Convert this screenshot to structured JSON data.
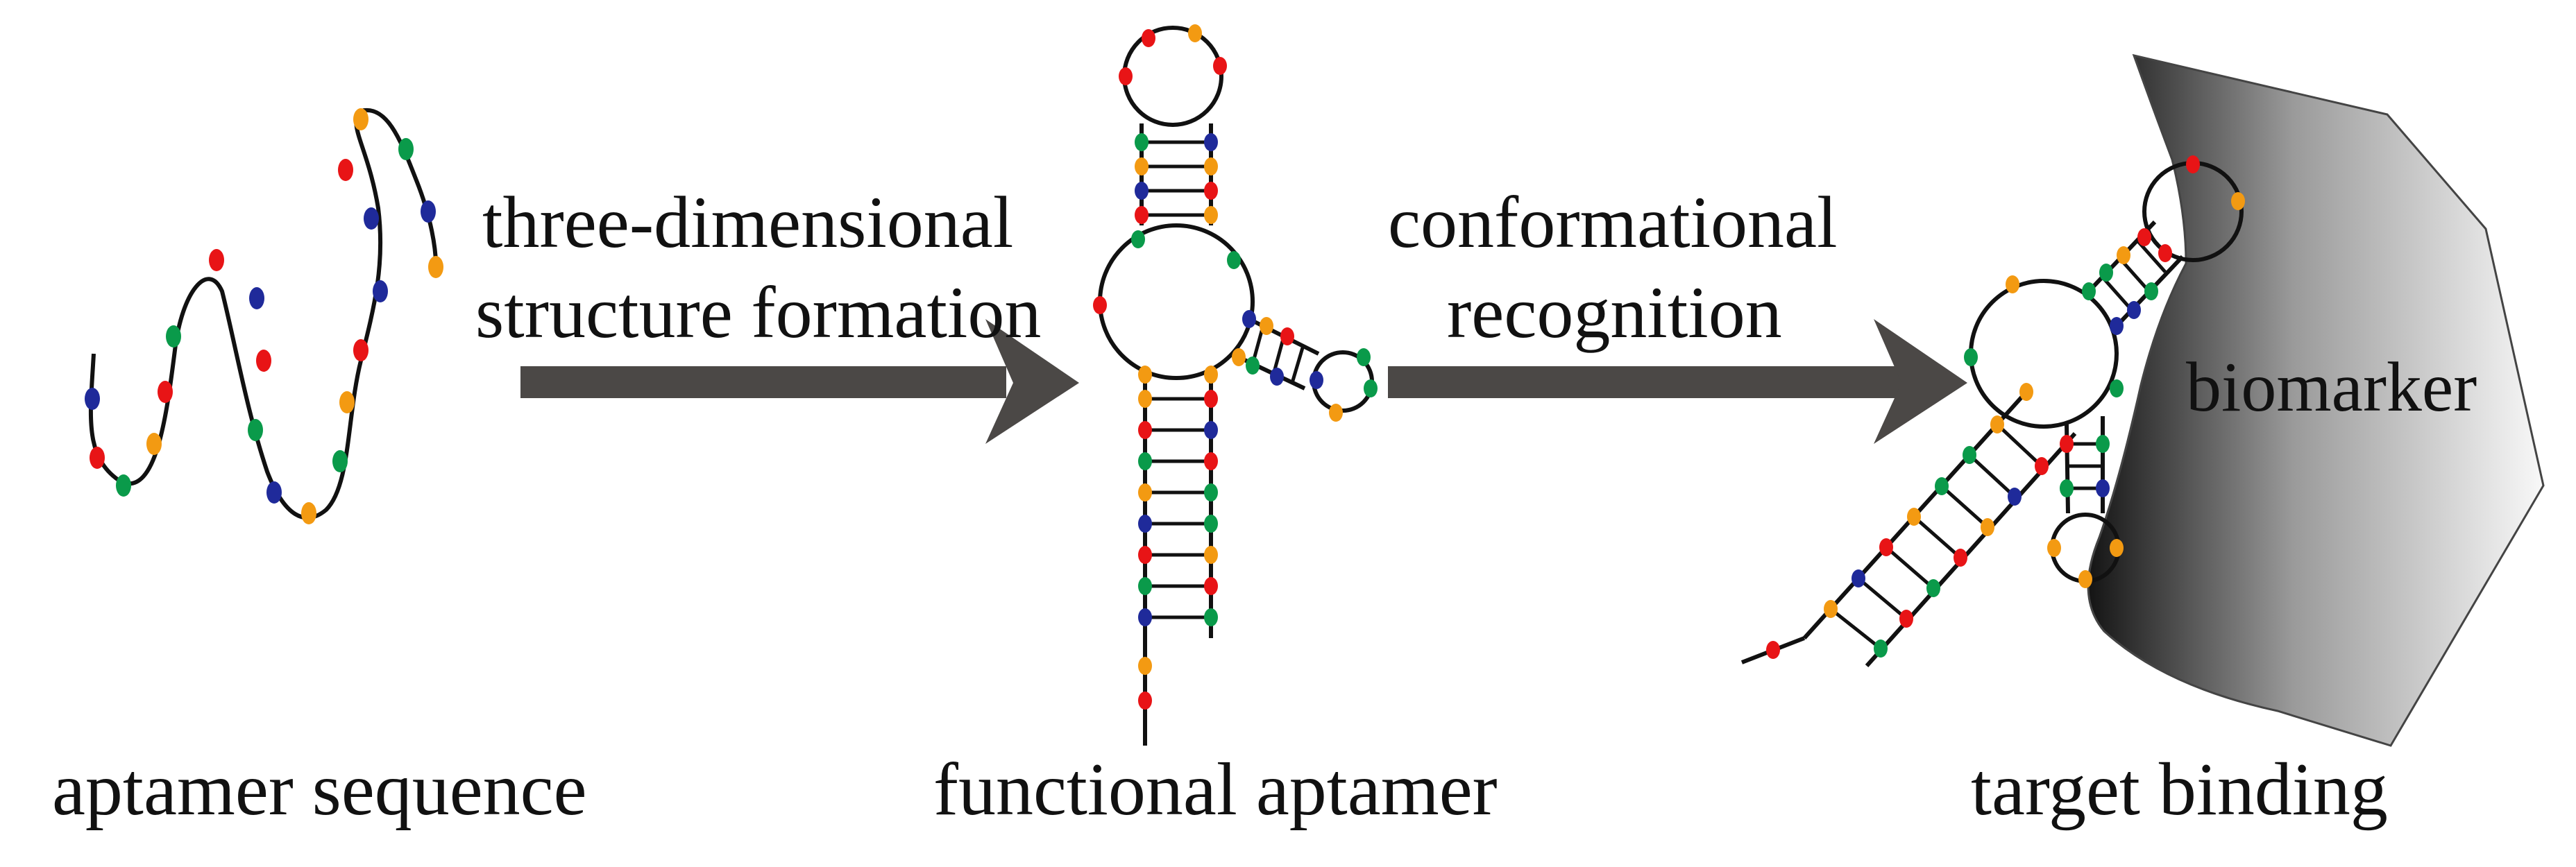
{
  "labels": {
    "sequence": "aptamer sequence",
    "functional": "functional aptamer",
    "binding": "target binding",
    "biomarker": "biomarker"
  },
  "steps": {
    "formation_line1": "three-dimensional",
    "formation_line2": "structure formation",
    "recognition_line1": "conformational",
    "recognition_line2": "recognition"
  },
  "colors": {
    "strand": "#111111",
    "arrow": "#4b4846",
    "nucleotides": [
      "#e81416",
      "#0a9a4a",
      "#f39a12",
      "#1f2a9a"
    ],
    "biomarker_light": "#f6f6f6",
    "biomarker_dark": "#141414"
  },
  "icons": {
    "arrow1": "right-arrow-icon",
    "arrow2": "right-arrow-icon"
  }
}
